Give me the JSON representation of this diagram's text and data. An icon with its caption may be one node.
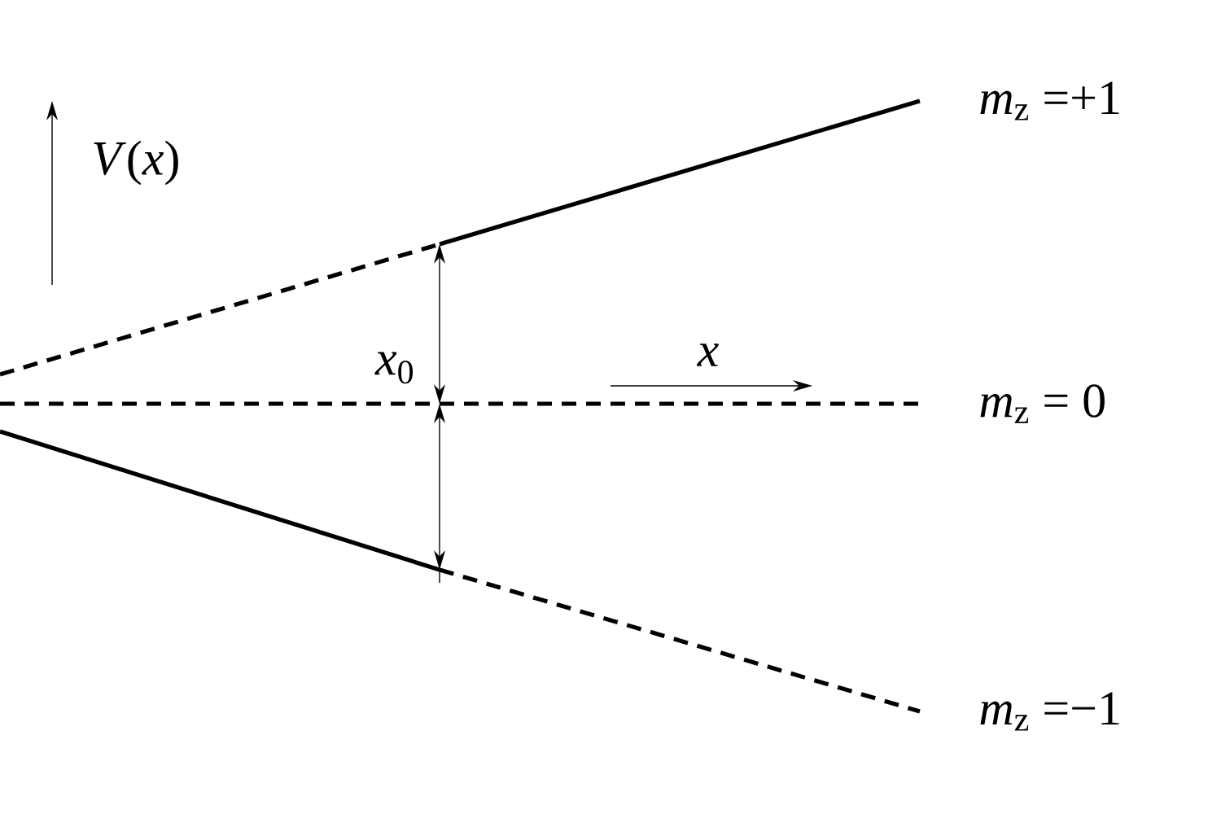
{
  "diagram": {
    "labels": [
      "*m*$_{z}$ =+1",
      "*V*(*x*)",
      "*x*$_{0}$",
      "*x*",
      "*m*$_{z}$ = 0",
      "*m*$_{z}$ =−1"
    ]
  }
}
